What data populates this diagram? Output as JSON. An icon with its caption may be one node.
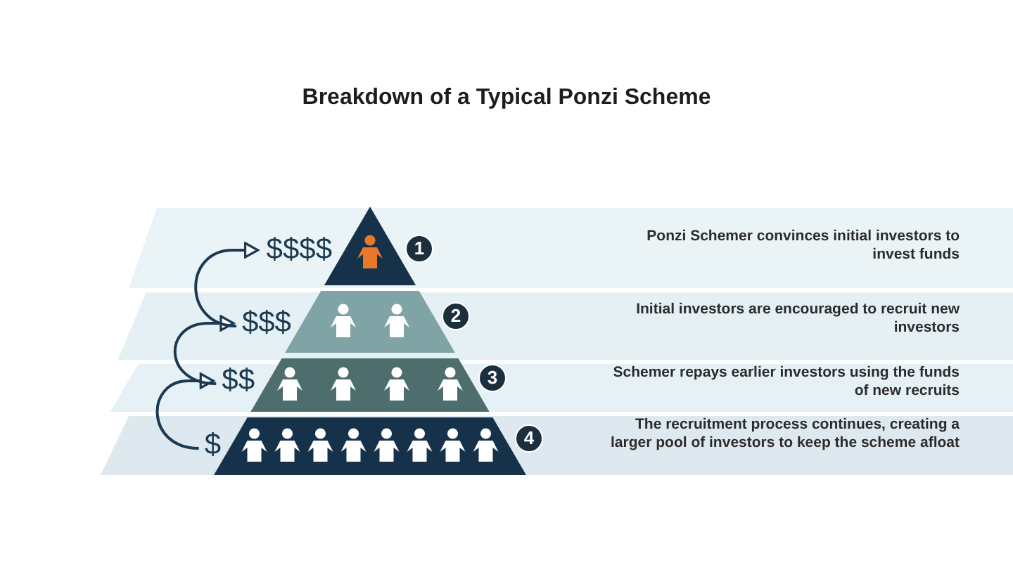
{
  "diagram": {
    "title": "Breakdown of a Typical Ponzi Scheme",
    "nodes": [
      {
        "text": [
          "$$$$"
        ]
      },
      {
        "text": [
          "$$$"
        ]
      },
      {
        "text": [
          "$$"
        ]
      },
      {
        "text": [
          "$"
        ]
      }
    ],
    "edges": [
      {
        "from": 3,
        "to": 2,
        "arrow": "to"
      },
      {
        "from": 2,
        "to": 1,
        "arrow": "to"
      },
      {
        "from": 1,
        "to": 0,
        "arrow": "to"
      }
    ],
    "labels": [
      "1",
      "Ponzi Schemer convinces initial investors to invest funds",
      "2",
      "Initial investors are encouraged to recruit new investors",
      "3",
      "Schemer repays earlier investors using the funds of new recruits",
      "4",
      "The recruitment process continues, creating a larger pool of investors to keep the scheme afloat"
    ]
  }
}
